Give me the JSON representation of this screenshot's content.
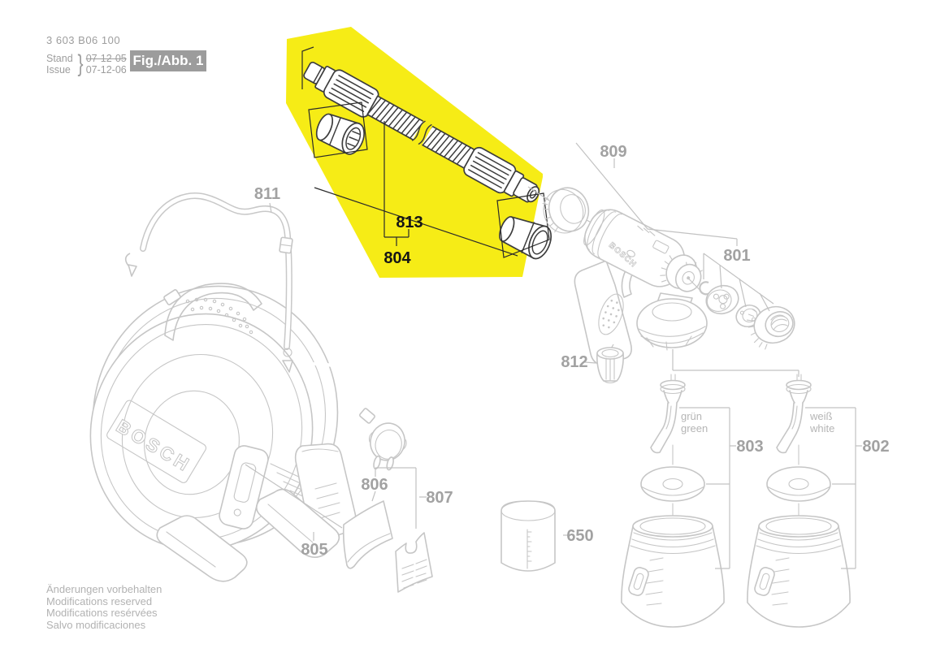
{
  "header": {
    "part_number": "3 603 B06 100",
    "stand_label": "Stand",
    "issue_label": "Issue",
    "brace": "}",
    "stand_date": "07-12-05",
    "issue_date": "07-12-06",
    "figure_badge": "Fig./Abb. 1"
  },
  "footer": {
    "line1": "Änderungen vorbehalten",
    "line2": "Modifications reserved",
    "line3": "Modifications resérvées",
    "line4": "Salvo modificaciones"
  },
  "diagram": {
    "brand": "BOSCH",
    "highlight_color": "#f6ec16",
    "part_labels": {
      "hose_kit": "804",
      "hose": "813",
      "shoulder_strap": "811",
      "gun_housing": "809",
      "nozzle_set": "801",
      "nozzle_holder": "812",
      "base_unit": "805",
      "filter_pad": "806",
      "filter_grille": "807",
      "measuring_cup": "650",
      "container_green": "803",
      "container_white": "802"
    },
    "annotations": {
      "green_de": "grün",
      "green_en": "green",
      "white_de": "weiß",
      "white_en": "white"
    }
  }
}
